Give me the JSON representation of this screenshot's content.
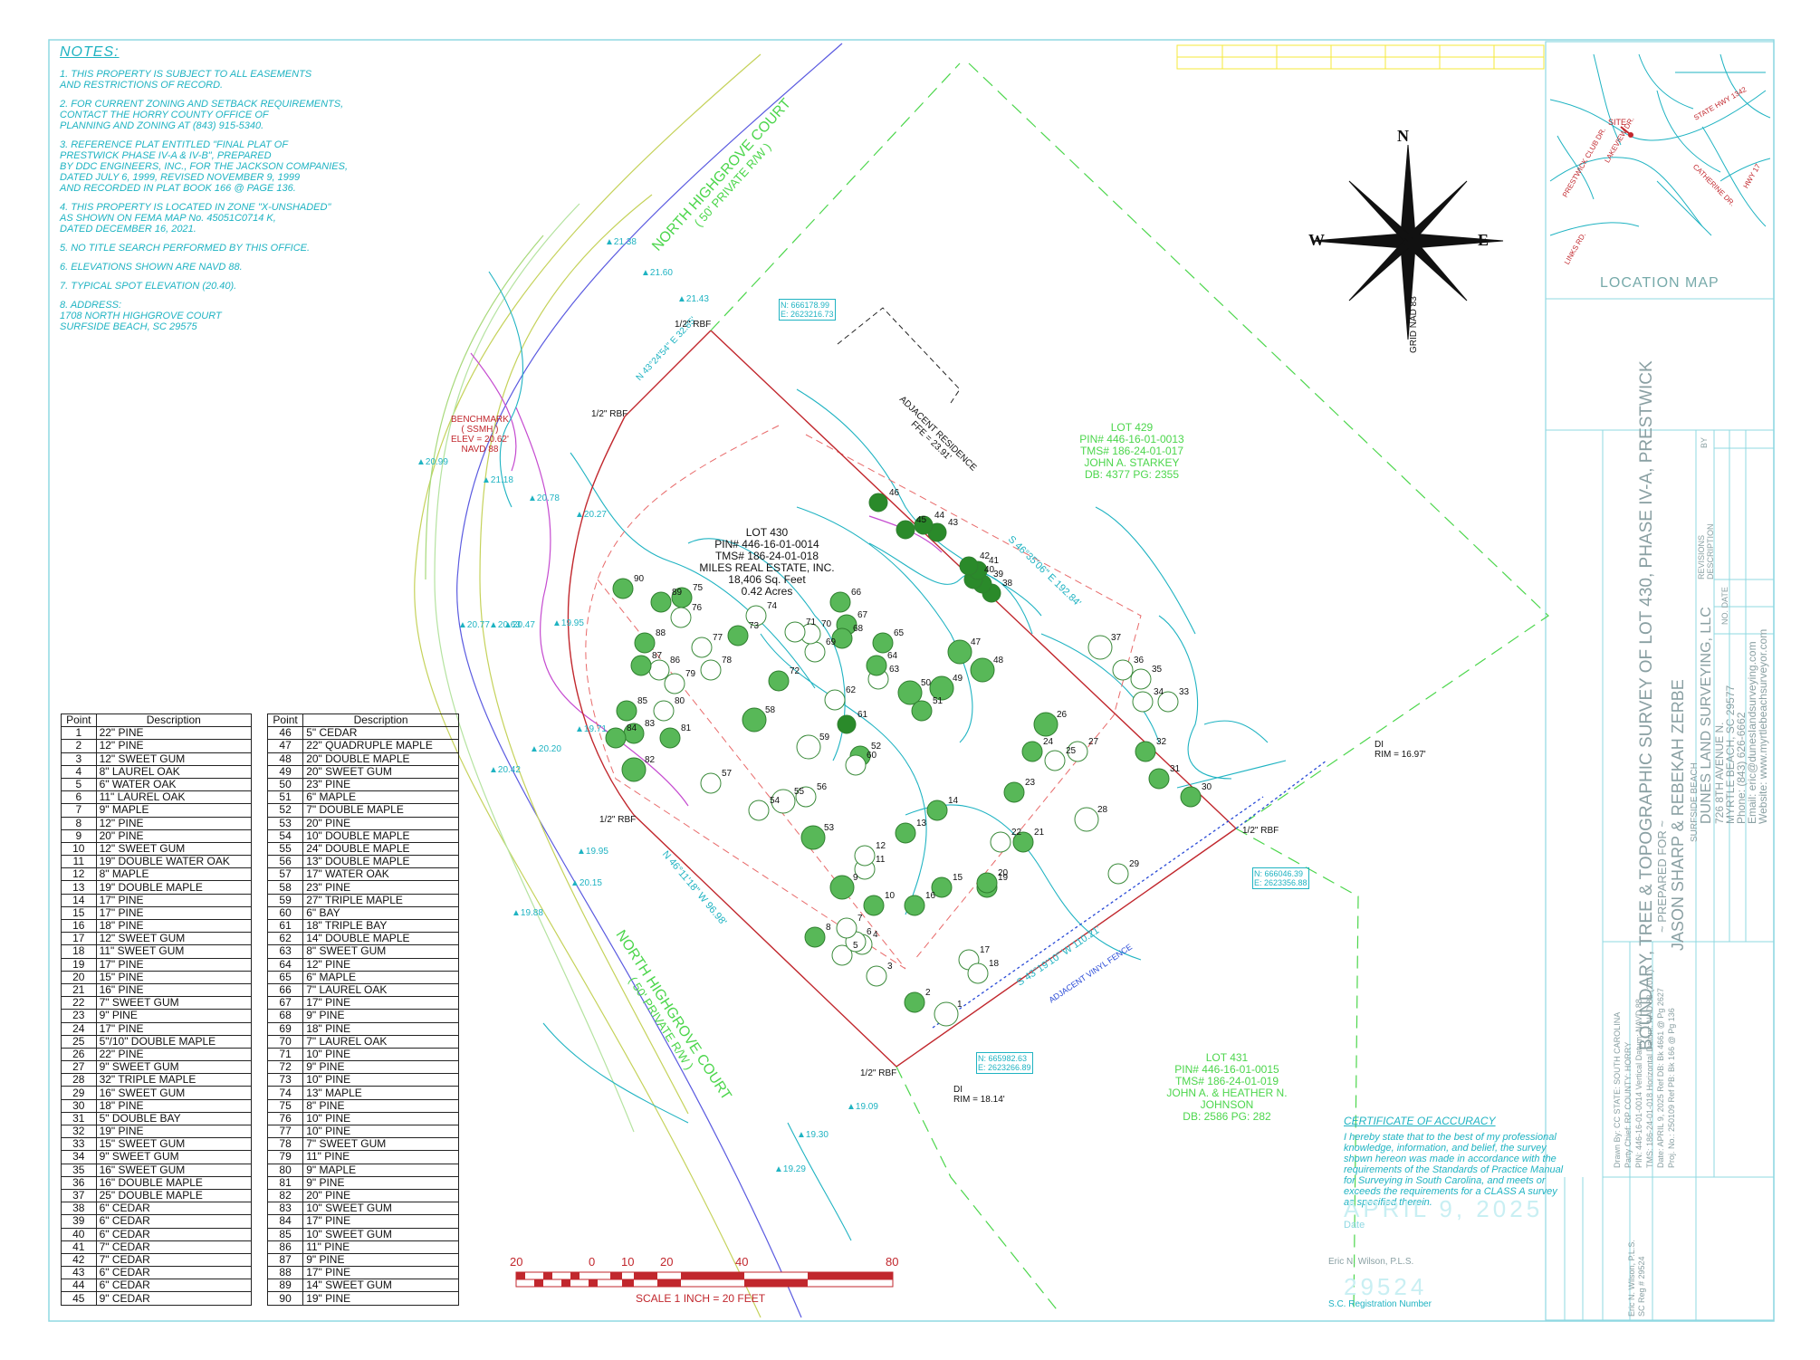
{
  "notes": {
    "title": "NOTES:",
    "items": [
      "1. THIS PROPERTY IS SUBJECT TO ALL EASEMENTS\n    AND RESTRICTIONS OF RECORD.",
      "2. FOR CURRENT ZONING AND SETBACK REQUIREMENTS,\n    CONTACT THE HORRY COUNTY OFFICE OF\n    PLANNING AND ZONING AT (843) 915-5340.",
      "3. REFERENCE PLAT ENTITLED \"FINAL PLAT OF\n    PRESTWICK PHASE IV-A & IV-B\", PREPARED\n    BY DDC ENGINEERS, INC., FOR THE JACKSON COMPANIES,\n    DATED JULY 6, 1999, REVISED NOVEMBER 9, 1999\n    AND RECORDED IN PLAT BOOK 166 @ PAGE 136.",
      "4. THIS PROPERTY IS LOCATED IN ZONE \"X-UNSHADED\"\n    AS SHOWN ON FEMA MAP No. 45051C0714 K,\n    DATED DECEMBER 16, 2021.",
      "5. NO TITLE SEARCH PERFORMED BY THIS OFFICE.",
      "6. ELEVATIONS SHOWN ARE NAVD 88.",
      "7. TYPICAL SPOT ELEVATION (20.40).",
      "8. ADDRESS:\n    1708 NORTH HIGHGROVE COURT\n    SURFSIDE BEACH, SC 29575"
    ]
  },
  "table": {
    "col_point": "Point",
    "col_description": "Description",
    "rows": [
      [
        "1",
        "22\" PINE"
      ],
      [
        "2",
        "12\" PINE"
      ],
      [
        "3",
        "12\" SWEET GUM"
      ],
      [
        "4",
        "8\" LAUREL OAK"
      ],
      [
        "5",
        "6\" WATER OAK"
      ],
      [
        "6",
        "11\" LAUREL OAK"
      ],
      [
        "7",
        "9\" MAPLE"
      ],
      [
        "8",
        "12\" PINE"
      ],
      [
        "9",
        "20\" PINE"
      ],
      [
        "10",
        "12\" SWEET GUM"
      ],
      [
        "11",
        "19\" DOUBLE WATER OAK"
      ],
      [
        "12",
        "8\" MAPLE"
      ],
      [
        "13",
        "19\" DOUBLE MAPLE"
      ],
      [
        "14",
        "17\" PINE"
      ],
      [
        "15",
        "17\" PINE"
      ],
      [
        "16",
        "18\" PINE"
      ],
      [
        "17",
        "12\" SWEET GUM"
      ],
      [
        "18",
        "11\" SWEET GUM"
      ],
      [
        "19",
        "17\" PINE"
      ],
      [
        "20",
        "15\" PINE"
      ],
      [
        "21",
        "16\" PINE"
      ],
      [
        "22",
        "7\" SWEET GUM"
      ],
      [
        "23",
        "9\" PINE"
      ],
      [
        "24",
        "17\" PINE"
      ],
      [
        "25",
        "5\"/10\" DOUBLE MAPLE"
      ],
      [
        "26",
        "22\" PINE"
      ],
      [
        "27",
        "9\" SWEET GUM"
      ],
      [
        "28",
        "32\" TRIPLE MAPLE"
      ],
      [
        "29",
        "16\" SWEET GUM"
      ],
      [
        "30",
        "18\" PINE"
      ],
      [
        "31",
        "5\" DOUBLE BAY"
      ],
      [
        "32",
        "19\" PINE"
      ],
      [
        "33",
        "15\" SWEET GUM"
      ],
      [
        "34",
        "9\" SWEET GUM"
      ],
      [
        "35",
        "16\" SWEET GUM"
      ],
      [
        "36",
        "16\" DOUBLE MAPLE"
      ],
      [
        "37",
        "25\" DOUBLE MAPLE"
      ],
      [
        "38",
        "6\" CEDAR"
      ],
      [
        "39",
        "6\" CEDAR"
      ],
      [
        "40",
        "6\" CEDAR"
      ],
      [
        "41",
        "7\" CEDAR"
      ],
      [
        "42",
        "7\" CEDAR"
      ],
      [
        "43",
        "6\" CEDAR"
      ],
      [
        "44",
        "6\" CEDAR"
      ],
      [
        "45",
        "9\" CEDAR"
      ],
      [
        "46",
        "5\" CEDAR"
      ],
      [
        "47",
        "22\" QUADRUPLE MAPLE"
      ],
      [
        "48",
        "20\" DOUBLE MAPLE"
      ],
      [
        "49",
        "20\" SWEET GUM"
      ],
      [
        "50",
        "23\" PINE"
      ],
      [
        "51",
        "6\" MAPLE"
      ],
      [
        "52",
        "7\" DOUBLE MAPLE"
      ],
      [
        "53",
        "20\" PINE"
      ],
      [
        "54",
        "10\" DOUBLE MAPLE"
      ],
      [
        "55",
        "24\" DOUBLE MAPLE"
      ],
      [
        "56",
        "13\" DOUBLE MAPLE"
      ],
      [
        "57",
        "17\" WATER OAK"
      ],
      [
        "58",
        "23\" PINE"
      ],
      [
        "59",
        "27\" TRIPLE MAPLE"
      ],
      [
        "60",
        "6\" BAY"
      ],
      [
        "61",
        "18\" TRIPLE BAY"
      ],
      [
        "62",
        "14\" DOUBLE MAPLE"
      ],
      [
        "63",
        "8\" SWEET GUM"
      ],
      [
        "64",
        "12\" PINE"
      ],
      [
        "65",
        "6\" MAPLE"
      ],
      [
        "66",
        "7\" LAUREL OAK"
      ],
      [
        "67",
        "17\" PINE"
      ],
      [
        "68",
        "9\" PINE"
      ],
      [
        "69",
        "18\" PINE"
      ],
      [
        "70",
        "7\" LAUREL OAK"
      ],
      [
        "71",
        "10\" PINE"
      ],
      [
        "72",
        "9\" PINE"
      ],
      [
        "73",
        "10\" PINE"
      ],
      [
        "74",
        "13\" MAPLE"
      ],
      [
        "75",
        "8\" PINE"
      ],
      [
        "76",
        "10\" PINE"
      ],
      [
        "77",
        "10\" PINE"
      ],
      [
        "78",
        "7\" SWEET GUM"
      ],
      [
        "79",
        "11\" PINE"
      ],
      [
        "80",
        "9\" MAPLE"
      ],
      [
        "81",
        "9\" PINE"
      ],
      [
        "82",
        "20\" PINE"
      ],
      [
        "83",
        "10\" SWEET GUM"
      ],
      [
        "84",
        "17\" PINE"
      ],
      [
        "85",
        "10\" SWEET GUM"
      ],
      [
        "86",
        "11\" PINE"
      ],
      [
        "87",
        "9\" PINE"
      ],
      [
        "88",
        "17\" PINE"
      ],
      [
        "89",
        "14\" SWEET GUM"
      ],
      [
        "90",
        "19\" PINE"
      ]
    ]
  },
  "lots": {
    "l430": {
      "line1": "LOT 430",
      "line2": "PIN# 446-16-01-0014",
      "line3": "TMS# 186-24-01-018",
      "line4": "MILES REAL ESTATE, INC.",
      "line5": "18,406 Sq. Feet",
      "line6": "0.42 Acres"
    },
    "l429": {
      "line1": "LOT 429",
      "line2": "PIN# 446-16-01-0013",
      "line3": "TMS# 186-24-01-017",
      "line4": "JOHN A. STARKEY",
      "line5": "DB: 4377 PG: 2355"
    },
    "l431": {
      "line1": "LOT 431",
      "line2": "PIN# 446-16-01-0015",
      "line3": "TMS# 186-24-01-019",
      "line4": "JOHN A. & HEATHER N.",
      "line5": "JOHNSON",
      "line6": "DB: 2586 PG: 282"
    }
  },
  "drawing": {
    "benchmark1": "BENCHMARK",
    "benchmark2": "( SSMH )",
    "benchmark3": "ELEV = 20.62'",
    "benchmark4": "NAVD 88",
    "road_name": "NORTH HIGHGROVE COURT",
    "road_row": "( 50' PRIVATE R/W )",
    "adjacent_residence": "ADJACENT RESIDENCE",
    "ffe": "FFE = 23.91'",
    "bearing_nw": "N 43°24'54\" E 32.85'",
    "bearing_ne": "S 46°35'06\" E 192.84'",
    "bearing_sw": "N 46°11'18\" W 96.98'",
    "bearing_se": "S 43°19'10\" W 110.21'",
    "fence": "ADJACENT VINYL FENCE",
    "coord1_n": "N: 666178.99",
    "coord1_e": "E: 2623216.73",
    "coord2_n": "N: 666046.39",
    "coord2_e": "E: 2623356.88",
    "coord3_n": "N: 665982.63",
    "coord3_e": "E: 2623266.89",
    "rbf": "1/2\" RBF",
    "di": "DI",
    "di_rim1": "RIM = 16.97'",
    "di_rim2": "RIM = 18.14'"
  },
  "spots": [
    "21.38",
    "21.60",
    "21.43",
    "20.99",
    "21.18",
    "20.78",
    "20.27",
    "20.63",
    "20.77",
    "20.47",
    "19.95",
    "19.71",
    "20.20",
    "20.42",
    "19.95",
    "20.15",
    "19.88",
    "19.09",
    "19.30",
    "19.29"
  ],
  "compass": {
    "n": "N",
    "w": "W",
    "e": "E",
    "grid": "GRID NAD 83"
  },
  "scale": {
    "text": "SCALE 1 INCH = 20 FEET",
    "t1": "20",
    "t2": "0",
    "t3": "10",
    "t4": "20",
    "t5": "40",
    "t6": "80"
  },
  "location": {
    "site": "SITE",
    "r1": "PRESTWICK CLUB DR.",
    "r2": "LAKEVIEW DR.",
    "r3": "STATE HWY 1342",
    "r4": "CATHERINE DR.",
    "r5": "LINKS RD.",
    "r6": "HWY 17"
  },
  "title_block": {
    "location_map": "LOCATION MAP",
    "title1": "BOUNDARY, TREE & TOPOGRAPHIC SURVEY OF LOT 430, PHASE IV-A, PRESTWICK",
    "prepared": "~ PREPARED FOR ~",
    "client": "JASON SHARP & REBEKAH ZERBE",
    "location": "SURFSIDE BEACH",
    "company": "DUNES LAND SURVEYING, LLC",
    "address1": "726 8TH AVENUE N.",
    "address2": "MYRTLE BEACH, SC 29577",
    "phone": "Phone: (843) 626-6662",
    "email": "Email: eric@dunesIandsurveying.com",
    "website": "Website: www.myrtlebeachsurveyor.com",
    "revisions": "REVISIONS",
    "description": "DESCRIPTION",
    "rev_no": "NO.",
    "rev_date": "DATE",
    "rev_by": "BY",
    "project_rows": [
      "Drawn By: CC   STATE: SOUTH CAROLINA",
      "Party Chief: RP   COUNTY: HORRY",
      "PIN: 446-16-01-0014  Vertical Datum: NAVD 88",
      "TMS: 186-24-01-018  Horizontal Datum: NAD 83 (2011)",
      "Date: APRIL 9, 2025  Ref DB: Bk 4661 @ Pg 2627",
      "Proj. No.: 250109  Ref PB: Bk 166 @ Pg 136"
    ],
    "seal1": "Eric N. Wilson, P.L.S.",
    "seal2": "SC Reg # 29524"
  },
  "certificate": {
    "title": "CERTIFICATE OF ACCURACY",
    "text": "I hereby state that to the best of my professional knowledge, information, and belief, the survey shown hereon was made in accordance with the requirements of the Standards of Practice Manual for Surveying in South Carolina, and meets or exceeds the requirements for a CLASS A survey as specified therein.",
    "date": "APRIL 9, 2025",
    "date_label": "Date",
    "surveyor": "Eric N. Wilson, P.L.S.",
    "reg_no": "29524",
    "reg_label": "S.C. Registration Number"
  }
}
